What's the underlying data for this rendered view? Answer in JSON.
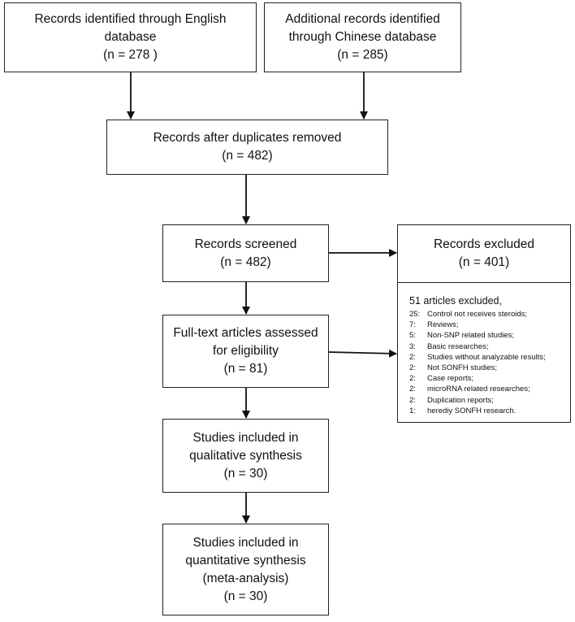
{
  "boxes": {
    "english": [
      "Records identified through English",
      "database",
      "(n = 278 )"
    ],
    "chinese": [
      "Additional records identified",
      "through Chinese database",
      "(n = 285)"
    ],
    "duplicates": [
      "Records after duplicates removed",
      "(n = 482)"
    ],
    "screened": [
      "Records screened",
      "(n = 482)"
    ],
    "excluded": [
      "Records excluded",
      "(n = 401)"
    ],
    "fulltext": [
      "Full-text articles assessed",
      "for eligibility",
      "(n = 81)"
    ],
    "qualitative": [
      "Studies included in",
      "qualitative synthesis",
      "(n = 30)"
    ],
    "quantitative": [
      "Studies included in",
      "quantitative synthesis",
      "(meta-analysis)",
      "(n = 30)"
    ]
  },
  "exclusions": {
    "heading": "51 articles excluded,",
    "items": [
      {
        "count": "25:",
        "reason": "Control not receives steroids;"
      },
      {
        "count": "7:",
        "reason": "Reviews;"
      },
      {
        "count": "5:",
        "reason": "Non-SNP related studies;"
      },
      {
        "count": "3:",
        "reason": "Basic researches;"
      },
      {
        "count": "2:",
        "reason": "Studies without analyzable results;"
      },
      {
        "count": "2:",
        "reason": "Not SONFH studies;"
      },
      {
        "count": "2:",
        "reason": "Case reports;"
      },
      {
        "count": "2:",
        "reason": "microRNA related researches;"
      },
      {
        "count": "2:",
        "reason": "Duplication reports;"
      },
      {
        "count": "1:",
        "reason": "herediy SONFH research."
      }
    ]
  }
}
